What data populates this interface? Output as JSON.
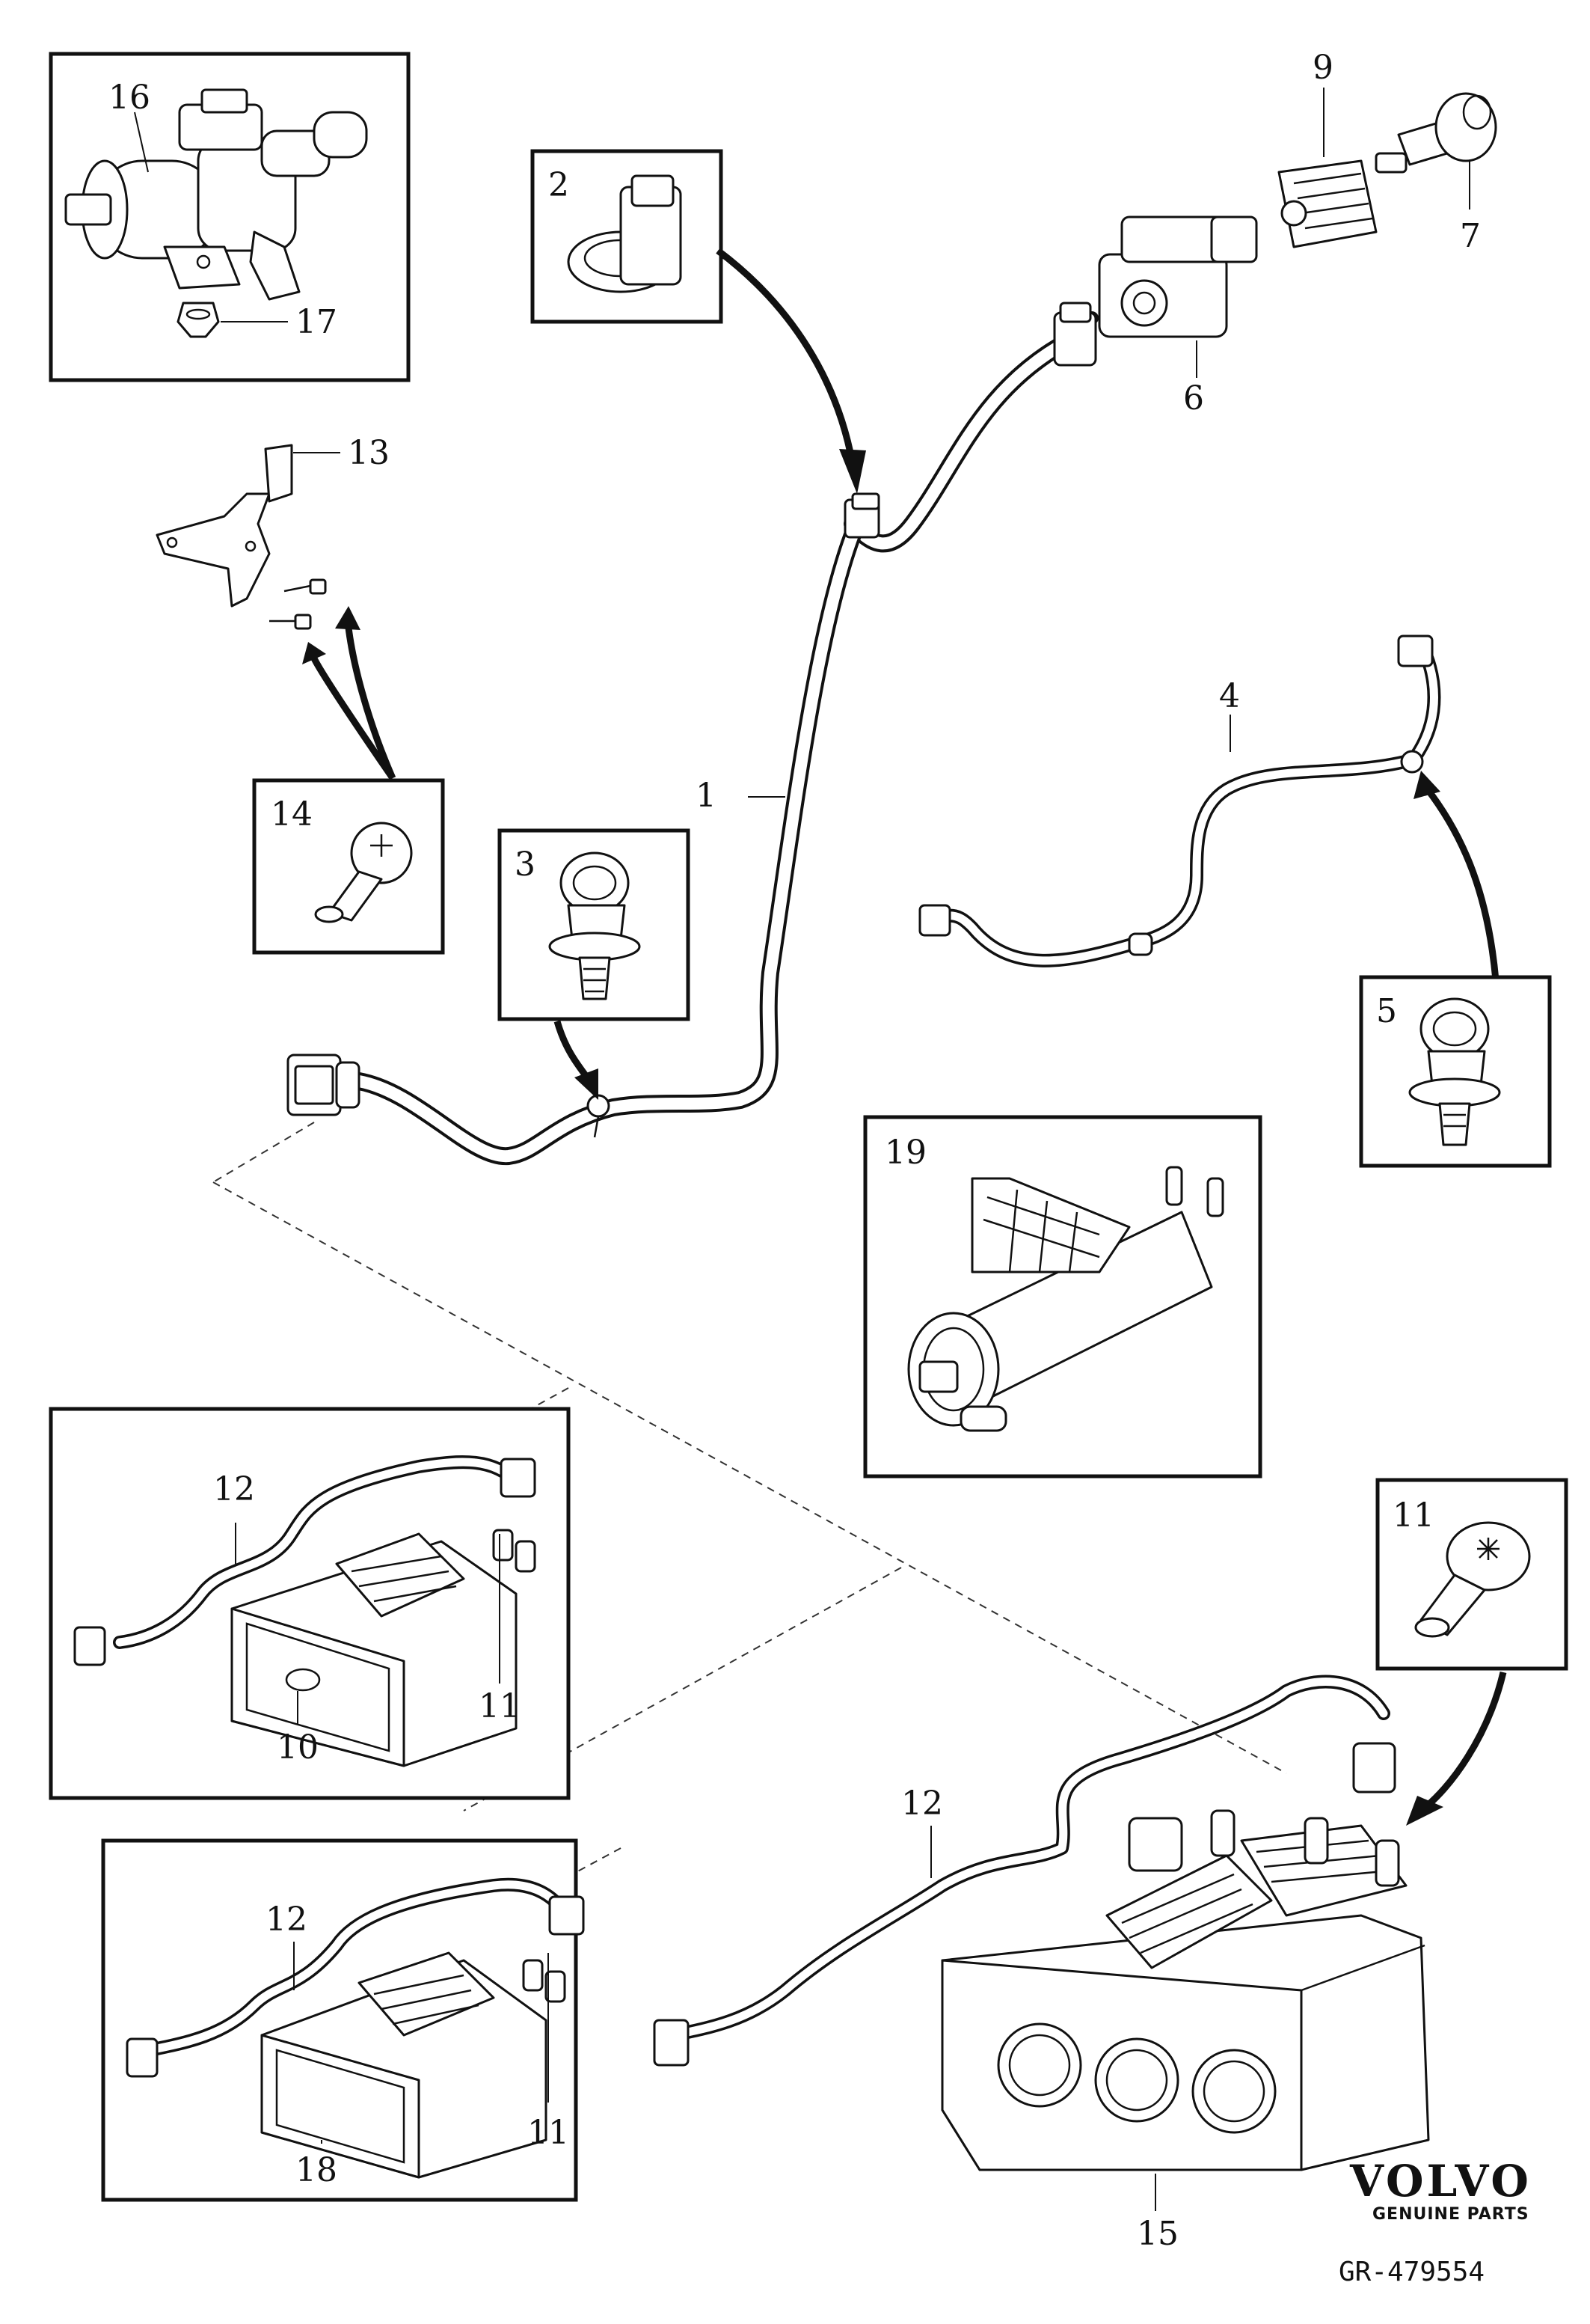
{
  "callouts": {
    "c1": "1",
    "c2": "2",
    "c3": "3",
    "c4": "4",
    "c5": "5",
    "c6": "6",
    "c7": "7",
    "c9": "9",
    "c10": "10",
    "c11a": "11",
    "c11b": "11",
    "c11c": "11",
    "c12a": "12",
    "c12b": "12",
    "c12c": "12",
    "c13": "13",
    "c14": "14",
    "c15": "15",
    "c16": "16",
    "c17": "17",
    "c18": "18",
    "c19": "19"
  },
  "brand": {
    "name": "VOLVO",
    "tagline": "GENUINE PARTS"
  },
  "reference": "GR-479554",
  "icons": [
    "valve-icon",
    "clip-icon",
    "push-clip-icon",
    "torx-screw-icon",
    "bracket-icon",
    "canister-icon",
    "connector-icon"
  ]
}
